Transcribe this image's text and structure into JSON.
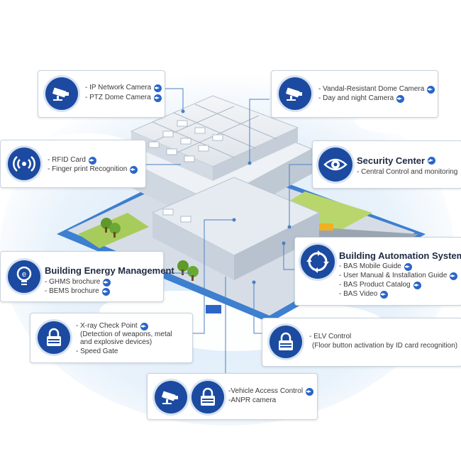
{
  "cards": {
    "ip_camera": {
      "icon": "cctv-camera-icon",
      "items": [
        "- IP Network Camera",
        "- PTZ Dome Camera"
      ]
    },
    "dome_camera": {
      "icon": "cctv-camera-icon",
      "items": [
        "- Vandal-Resistant Dome Camera",
        "- Day and night Camera"
      ]
    },
    "rfid": {
      "icon": "rfid-signal-icon",
      "items": [
        "- RFID Card",
        "- Finger print Recognition"
      ]
    },
    "security_center": {
      "icon": "eye-icon",
      "title": "Security Center",
      "items": [
        "- Central Control and monitoring"
      ]
    },
    "bas": {
      "icon": "cycle-arrows-icon",
      "title": "Building Automation System",
      "items": [
        "- BAS Mobile Guide",
        "- User Manual & Installation Guide",
        "- BAS Product Catalog",
        "- BAS Video"
      ]
    },
    "energy": {
      "icon": "lightbulb-icon",
      "title": "Building Energy Management",
      "items": [
        "- GHMS brochure",
        "- BEMS brochure"
      ]
    },
    "xray": {
      "icon": "padlock-icon",
      "items": [
        "- X-ray Check Point",
        "(Detection of weapons, metal",
        "and explosive devices)",
        "- Speed Gate"
      ]
    },
    "elv": {
      "icon": "padlock-icon",
      "items": [
        "- ELV Control",
        "(Floor button activation by ID card recognition)"
      ]
    },
    "vehicle": {
      "icons": [
        "cctv-camera-icon",
        "padlock-icon"
      ],
      "items": [
        "-Vehicle Access Control",
        "-ANPR camera"
      ]
    }
  },
  "colors": {
    "icon_bg": "#1c4aa0",
    "link_arrow": "#2a66c8",
    "connector": "#4a7fc4",
    "sky": "#cfe3f5"
  }
}
